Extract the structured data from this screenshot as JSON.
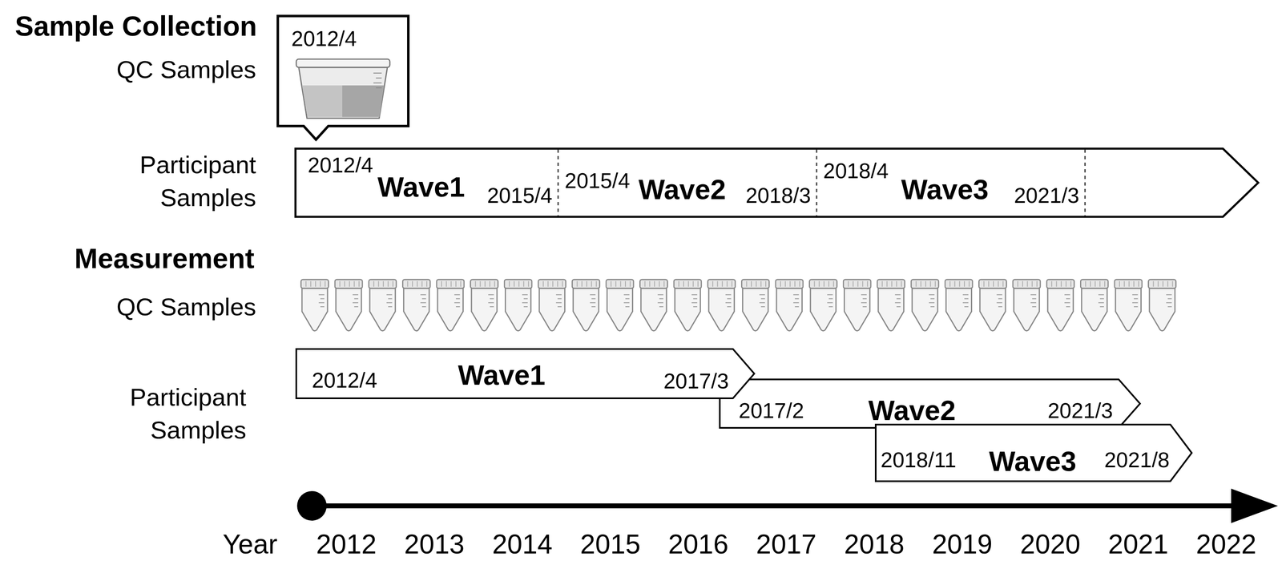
{
  "diagram": {
    "nodes": [
      {
        "text": [
          "2012/4"
        ]
      },
      {
        "text": [
          "2012/4",
          "Wave1",
          "2015/4"
        ]
      },
      {
        "text": [
          "2015/4",
          "Wave2",
          "2018/3"
        ]
      },
      {
        "text": [
          "2018/4",
          "Wave3",
          "2021/3"
        ]
      },
      {
        "text": [
          "2012/4",
          "Wave1",
          "2017/3"
        ]
      },
      {
        "text": [
          "2017/2",
          "Wave2",
          "2021/3"
        ]
      },
      {
        "text": [
          "2018/11",
          "Wave3",
          "2021/8"
        ]
      }
    ],
    "labels": [
      "Sample Collection",
      "QC Samples",
      "Participant Samples",
      "Measurement",
      "QC Samples",
      "Participant Samples",
      "Year",
      "2012",
      "2013",
      "2014",
      "2015",
      "2016",
      "2017",
      "2018",
      "2019",
      "2020",
      "2021",
      "2022"
    ]
  }
}
